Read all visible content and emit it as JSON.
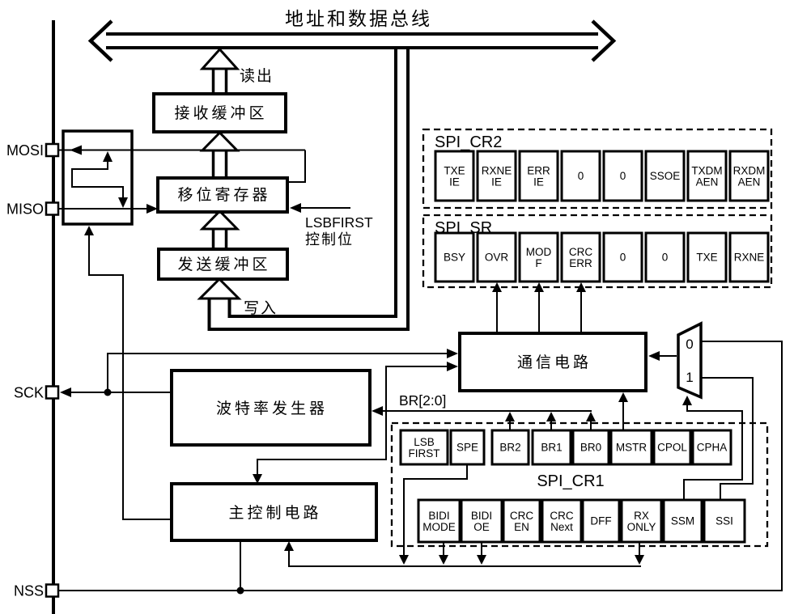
{
  "title": "地址和数据总线",
  "labels": {
    "read": "读出",
    "write": "写入",
    "lsbfirst_line1": "LSBFIRST",
    "lsbfirst_line2": "控制位",
    "br": "BR[2:0]"
  },
  "blocks": {
    "rx_buffer": "接收缓冲区",
    "shift_register": "移位寄存器",
    "tx_buffer": "发送缓冲区",
    "comm_circuit": "通信电路",
    "baud_generator": "波特率发生器",
    "main_control": "主控制电路"
  },
  "pins": {
    "mosi": "MOSI",
    "miso": "MISO",
    "sck": "SCK",
    "nss": "NSS"
  },
  "mux": {
    "input0": "0",
    "input1": "1"
  },
  "registers": {
    "spi_cr2": {
      "name": "SPI_CR2",
      "bits": [
        [
          "TXE",
          "IE"
        ],
        [
          "RXNE",
          "IE"
        ],
        [
          "ERR",
          "IE"
        ],
        [
          "0"
        ],
        [
          "0"
        ],
        [
          "SSOE"
        ],
        [
          "TXDM",
          "AEN"
        ],
        [
          "RXDM",
          "AEN"
        ]
      ]
    },
    "spi_sr": {
      "name": "SPI_SR",
      "bits": [
        [
          "BSY"
        ],
        [
          "OVR"
        ],
        [
          "MOD",
          "F"
        ],
        [
          "CRC",
          "ERR"
        ],
        [
          "0"
        ],
        [
          "0"
        ],
        [
          "TXE"
        ],
        [
          "RXNE"
        ]
      ]
    },
    "spi_cr1": {
      "name": "SPI_CR1",
      "bits_row1": [
        [
          "LSB",
          "FIRST"
        ],
        [
          "SPE"
        ],
        [
          "BR2"
        ],
        [
          "BR1"
        ],
        [
          "BR0"
        ],
        [
          "MSTR"
        ],
        [
          "CPOL"
        ],
        [
          "CPHA"
        ]
      ],
      "bits_row2": [
        [
          "BIDI",
          "MODE"
        ],
        [
          "BIDI",
          "OE"
        ],
        [
          "CRC",
          "EN"
        ],
        [
          "CRC",
          "Next"
        ],
        [
          "DFF"
        ],
        [
          "RX",
          "ONLY"
        ],
        [
          "SSM"
        ],
        [
          "SSI"
        ]
      ]
    }
  },
  "colors": {
    "line": "#000000",
    "background": "#ffffff"
  }
}
